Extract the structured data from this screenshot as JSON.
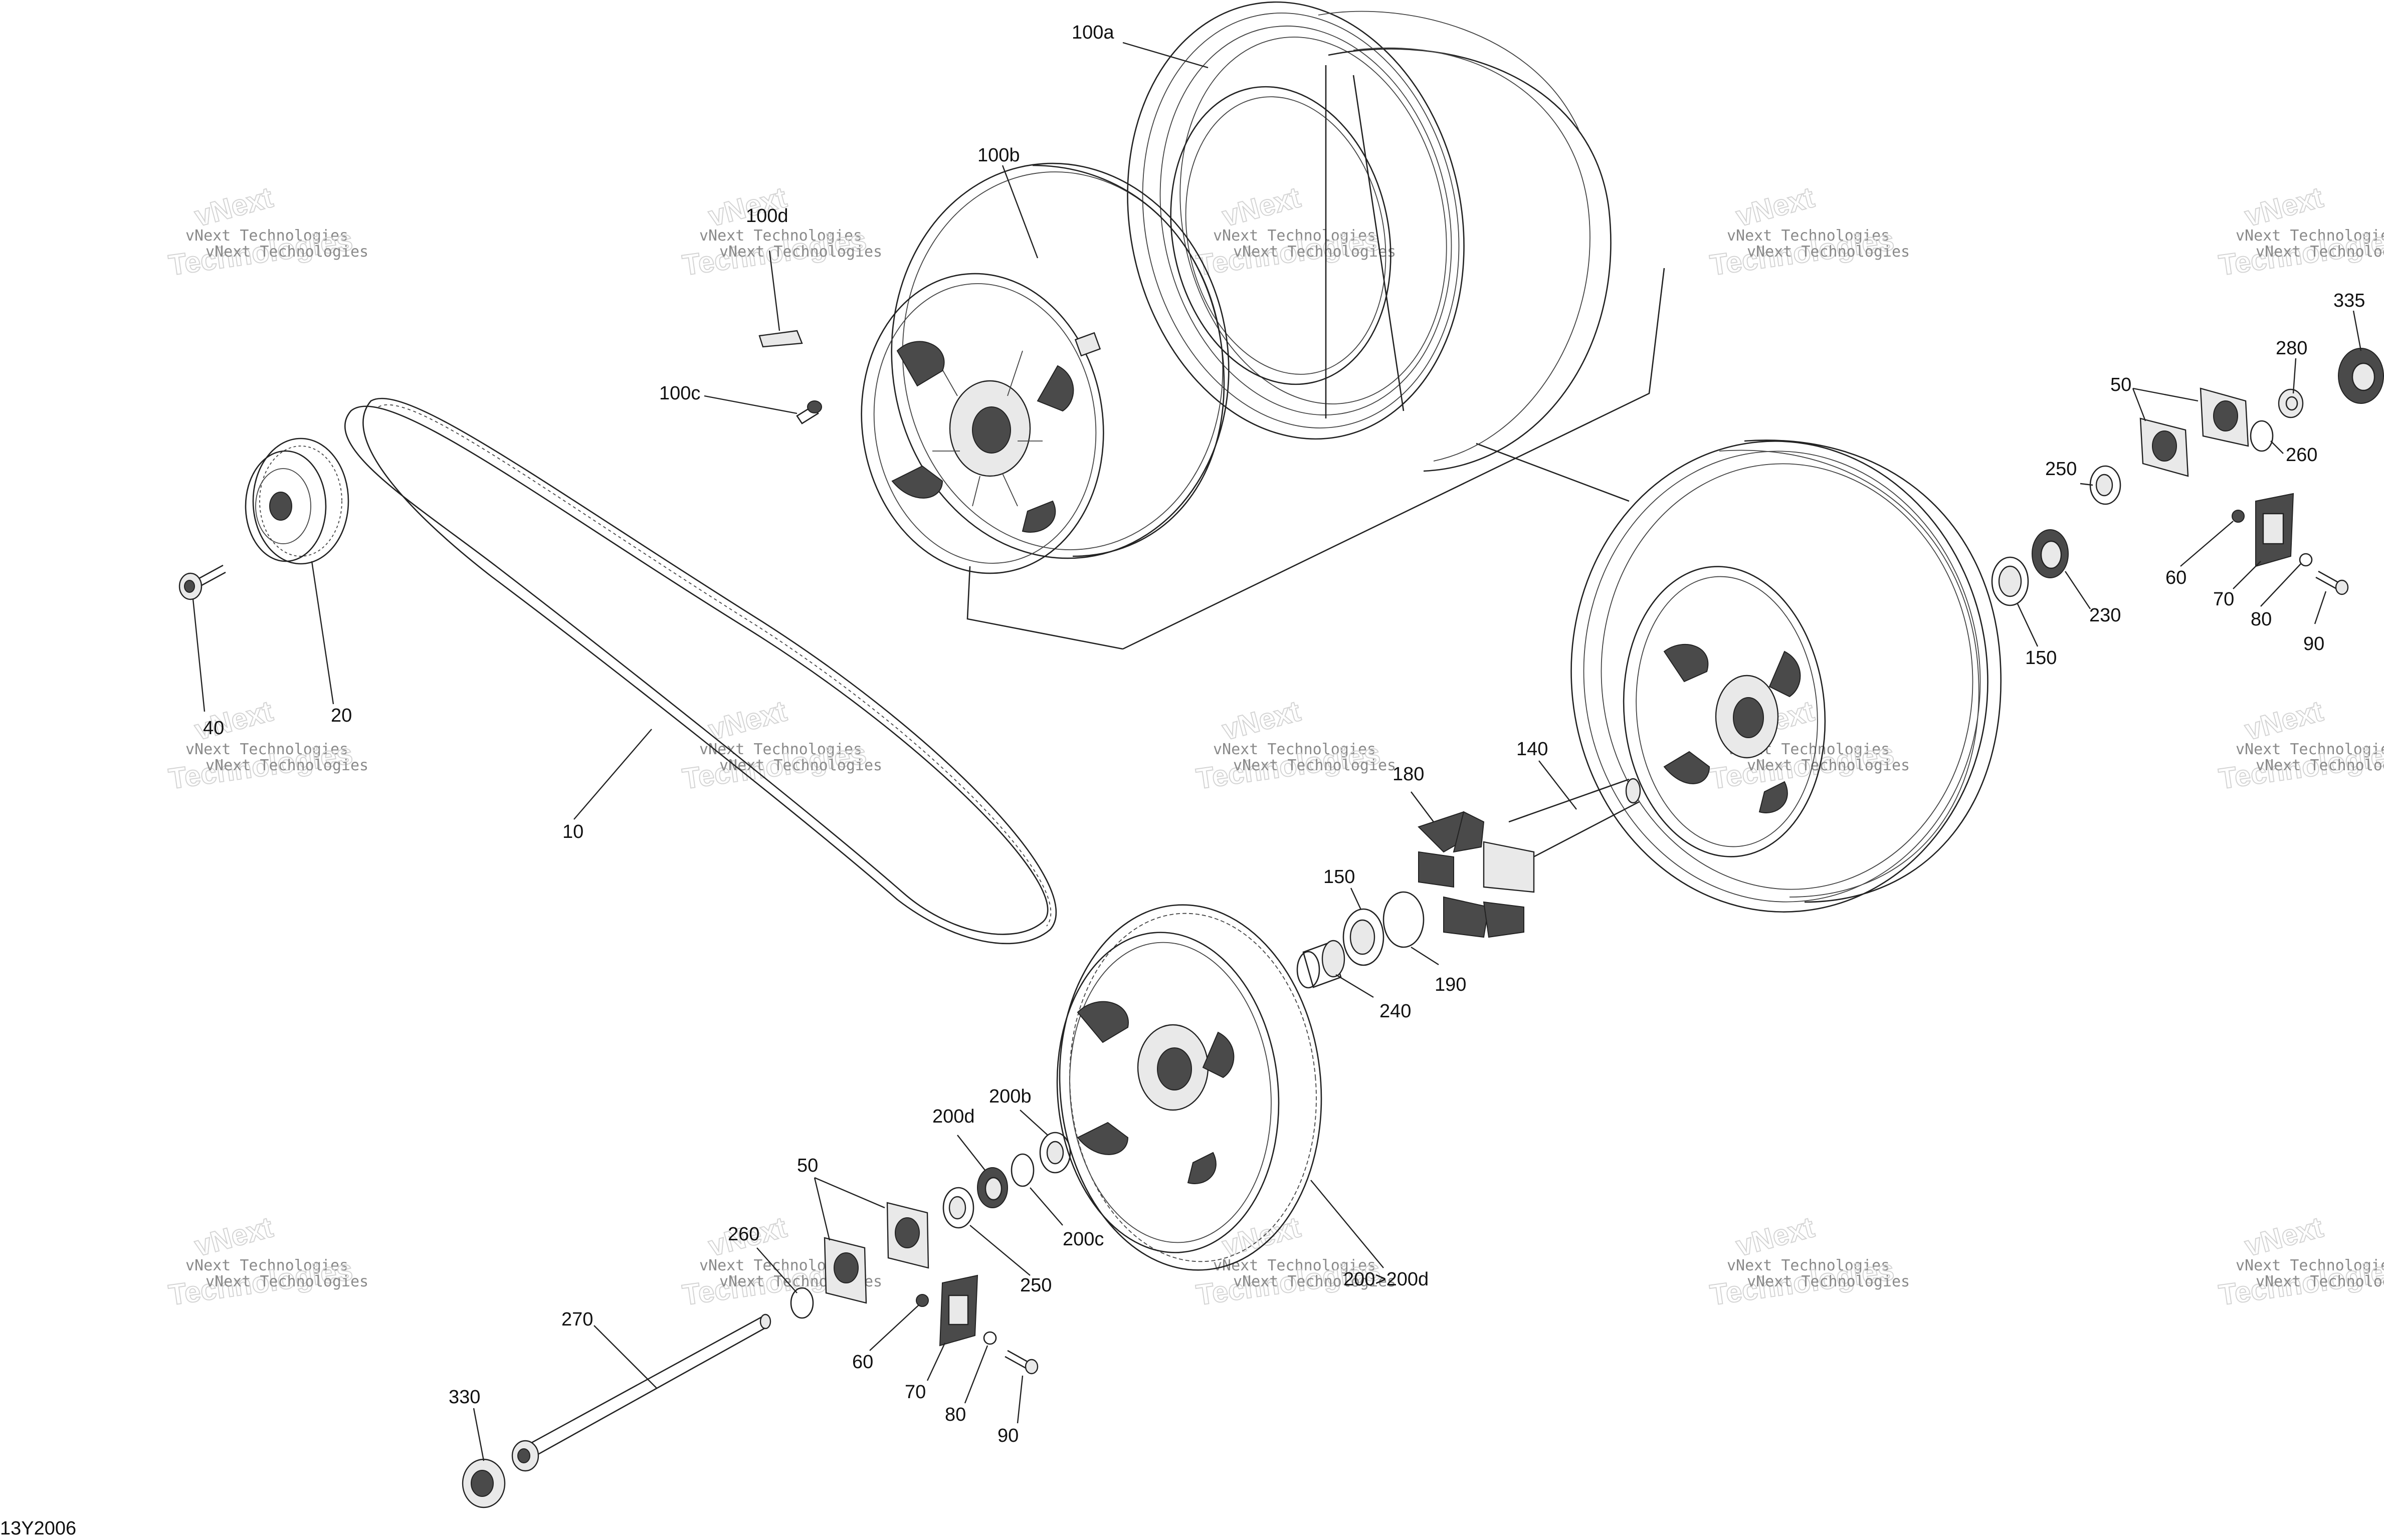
{
  "diagram": {
    "code": "13Y2006",
    "watermark": {
      "line1": "vNext Technologies",
      "line2": "Technologies",
      "big": "vNext"
    },
    "labels": {
      "l100a": "100a",
      "l100b": "100b",
      "l100d": "100d",
      "l100c": "100c",
      "l335": "335",
      "l280": "280",
      "l50_top": "50",
      "l260_top": "260",
      "l250_top": "250",
      "l60_top": "60",
      "l230": "230",
      "l70_top": "70",
      "l80_top": "80",
      "l90_top": "90",
      "l150_top": "150",
      "l40": "40",
      "l20": "20",
      "l10": "10",
      "l140": "140",
      "l180": "180",
      "l150_mid": "150",
      "l190": "190",
      "l240": "240",
      "l200b": "200b",
      "l200d": "200d",
      "l200c": "200c",
      "l250_bot": "250",
      "l50_bot": "50",
      "l260_bot": "260",
      "l60_bot": "60",
      "l70_bot": "70",
      "l80_bot": "80",
      "l90_bot": "90",
      "l200_range": "200>200d",
      "l270": "270",
      "l330": "330"
    }
  }
}
